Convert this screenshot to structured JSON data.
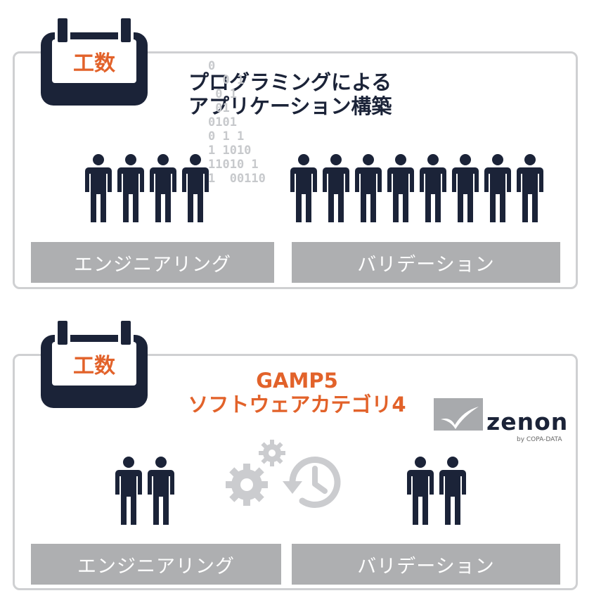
{
  "top": {
    "calendar_label": "工数",
    "title_line1": "プログラミングによる",
    "title_line2": "アプリケーション構築",
    "binary_digits": "0\n  0 1\n 0 1\n 01\n0101\n0 1 1\n1 1010\n11010 1\n1  00110",
    "left_bar": "エンジニアリング",
    "right_bar": "バリデーション",
    "left_people_count": 4,
    "right_people_count": 8
  },
  "bottom": {
    "calendar_label": "工数",
    "title_line1": "GAMP5",
    "title_line2": "ソフトウェアカテゴリ4",
    "logo_word": "zenon",
    "logo_byline": "by COPA-DATA",
    "left_bar": "エンジニアリング",
    "right_bar": "バリデーション",
    "left_people_count": 2,
    "right_people_count": 2
  },
  "colors": {
    "navy": "#1b2338",
    "orange": "#e2622a",
    "bar_gray": "#aeafb1",
    "border_gray": "#cfd0d2",
    "light_icon": "#cbcccf"
  },
  "icons": [
    "calendar-icon",
    "person-icon",
    "gear-icon",
    "history-icon",
    "zenon-logo"
  ]
}
